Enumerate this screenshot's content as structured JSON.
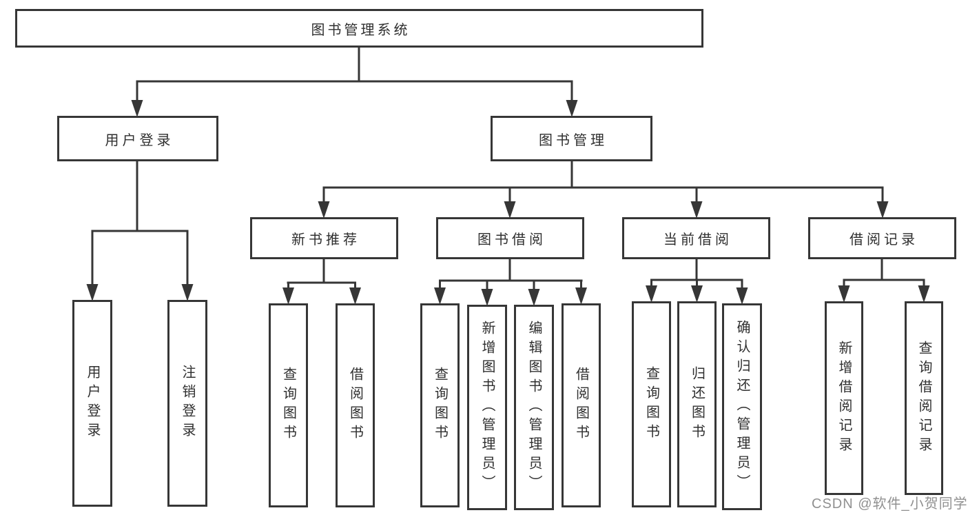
{
  "watermark": "CSDN @软件_小贺同学",
  "colors": {
    "line": "#363636",
    "box_border": "#363636",
    "box_background": "#ffffff",
    "text": "#2f2f2f",
    "watermark": "#909090"
  },
  "nodes": {
    "root": {
      "label": "图书管理系统"
    },
    "user_login": {
      "label": "用户登录"
    },
    "book_manage": {
      "label": "图书管理"
    },
    "user_login_action": {
      "label": "用户登录"
    },
    "logout_action": {
      "label": "注销登录"
    },
    "new_book_recommend": {
      "label": "新书推荐"
    },
    "book_borrow": {
      "label": "图书借阅"
    },
    "current_borrow": {
      "label": "当前借阅"
    },
    "borrow_record": {
      "label": "借阅记录"
    },
    "recommend_query_book": {
      "label": "查询图书"
    },
    "recommend_borrow_book": {
      "label": "借阅图书"
    },
    "borrow_query_book": {
      "label": "查询图书"
    },
    "borrow_add_book": {
      "label": "新增图书（管理员）"
    },
    "borrow_edit_book": {
      "label": "编辑图书（管理员）"
    },
    "borrow_borrow_book": {
      "label": "借阅图书"
    },
    "current_query_book": {
      "label": "查询图书"
    },
    "current_return_book": {
      "label": "归还图书"
    },
    "current_confirm_return": {
      "label": "确认归还（管理员）"
    },
    "record_add": {
      "label": "新增借阅记录"
    },
    "record_query": {
      "label": "查询借阅记录"
    }
  },
  "hierarchy": {
    "图书管理系统": {
      "用户登录": [
        "用户登录",
        "注销登录"
      ],
      "图书管理": {
        "新书推荐": [
          "查询图书",
          "借阅图书"
        ],
        "图书借阅": [
          "查询图书",
          "新增图书（管理员）",
          "编辑图书（管理员）",
          "借阅图书"
        ],
        "当前借阅": [
          "查询图书",
          "归还图书",
          "确认归还（管理员）"
        ],
        "借阅记录": [
          "新增借阅记录",
          "查询借阅记录"
        ]
      }
    }
  }
}
